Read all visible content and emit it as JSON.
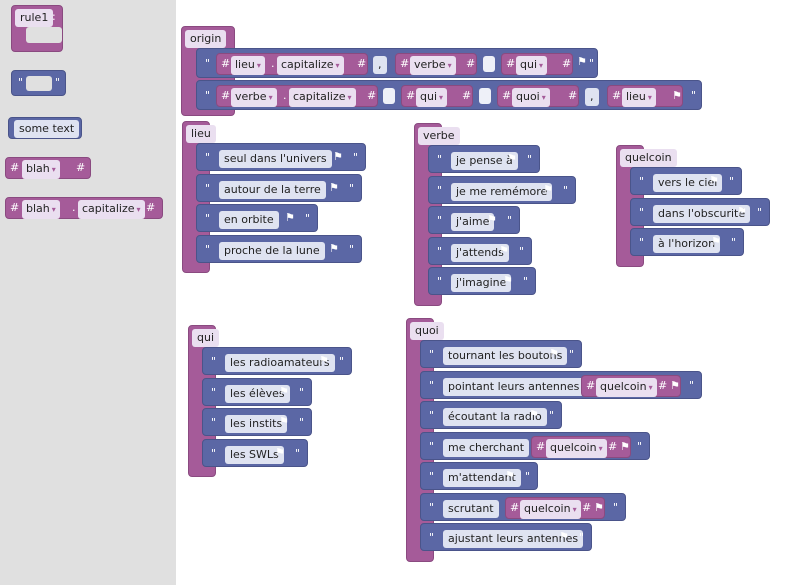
{
  "flyout": {
    "rule_label": "rule1",
    "quote_open": "\"",
    "quote_close": "\"",
    "some_text_label": "some text",
    "blah_label": "blah",
    "capitalize_label": "capitalize",
    "hash": "#",
    "colon": ":",
    "dot": ".",
    "arrow": "▾"
  },
  "origin": {
    "title": "origin",
    "row1": {
      "a": "lieu",
      "cap": "capitalize",
      "comma": ",",
      "b": "verbe",
      "c": "qui"
    },
    "row2": {
      "a": "verbe",
      "cap": "capitalize",
      "b": "qui",
      "c": "quoi",
      "comma": ",",
      "d": "lieu"
    }
  },
  "lieu": {
    "title": "lieu",
    "items": [
      "seul dans l'univers",
      "autour de la terre",
      "en orbite",
      "proche de la lune"
    ]
  },
  "verbe": {
    "title": "verbe",
    "items": [
      "je pense à",
      "je me remémore",
      "j'aime",
      "j'attends",
      "j'imagine"
    ]
  },
  "quelcoin": {
    "title": "quelcoin",
    "items": [
      "vers le ciel",
      "dans l'obscurité",
      "à l'horizon"
    ]
  },
  "qui": {
    "title": "qui",
    "items": [
      "les radioamateurs",
      "les élèves",
      "les instits",
      "les SWLs"
    ]
  },
  "quoi": {
    "title": "quoi",
    "items": [
      "tournant les boutons",
      "pointant leurs antennes",
      "écoutant la radio",
      "me cherchant",
      "m'attendant",
      "scrutant",
      "ajustant leurs antennes"
    ],
    "ref": "quelcoin"
  }
}
